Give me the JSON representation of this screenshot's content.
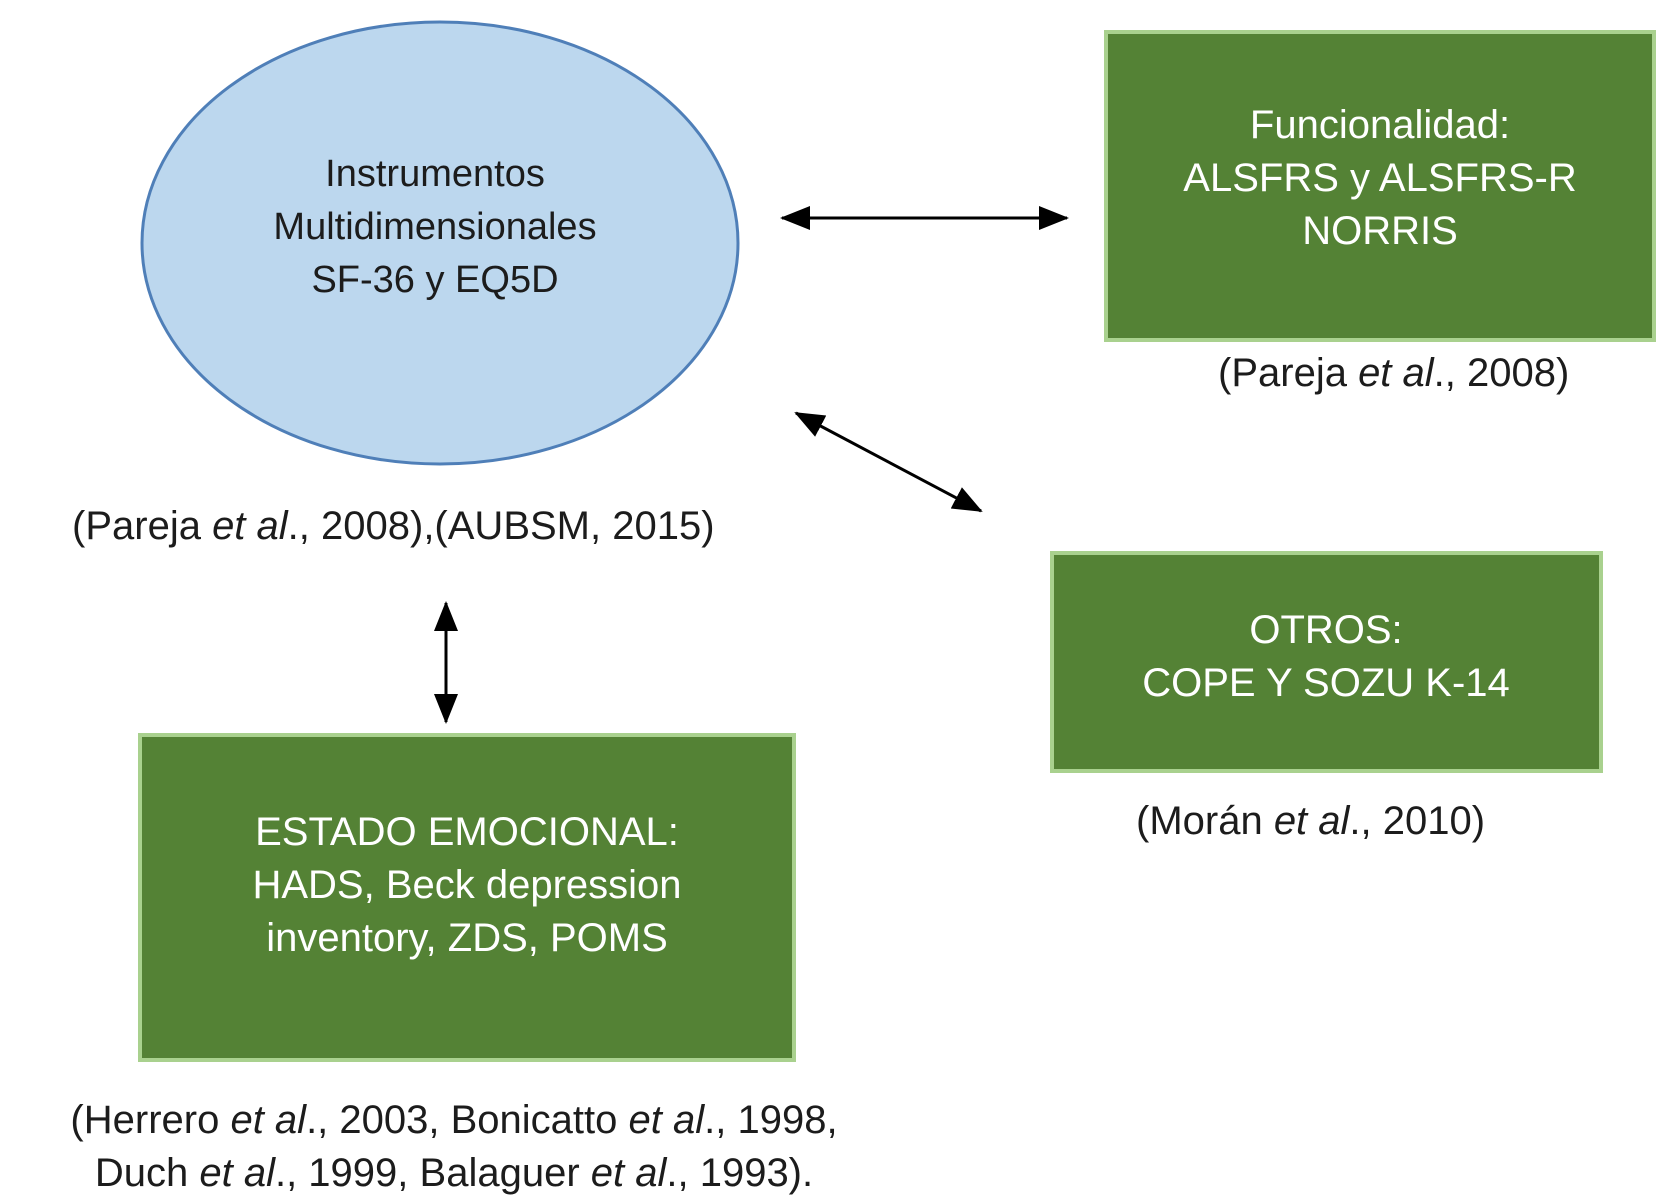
{
  "colors": {
    "ellipse_fill": "#bcd7ee",
    "ellipse_stroke": "#4f7fb8",
    "box_fill": "#548235",
    "box_stroke": "#a9d18e",
    "arrow": "#000000"
  },
  "nodes": {
    "multidimensional": {
      "lines": [
        "Instrumentos",
        "Multidimensionales",
        "SF-36 y EQ5D"
      ]
    },
    "funcionalidad": {
      "lines": [
        "Funcionalidad:",
        "ALSFRS y ALSFRS-R",
        "NORRIS"
      ]
    },
    "otros": {
      "lines": [
        "OTROS:",
        "COPE Y SOZU K-14"
      ]
    },
    "emocional": {
      "lines": [
        "ESTADO EMOCIONAL:",
        "HADS, Beck depression",
        "inventory, ZDS, POMS"
      ]
    }
  },
  "citations": {
    "funcionalidad": {
      "a": "(Pareja ",
      "b": "et al",
      "c": "., 2008)"
    },
    "multidimensional": {
      "a": "(Pareja ",
      "b": "et al",
      "c": "., 2008),(AUBSM, 2015)"
    },
    "otros": {
      "a": "(Morán ",
      "b": "et al",
      "c": "., 2010)"
    },
    "emocional": {
      "l1a": "(Herrero ",
      "l1b": "et al",
      "l1c": "., 2003, Bonicatto ",
      "l1d": "et al",
      "l1e": "., 1998,",
      "l2a": "Duch ",
      "l2b": "et al",
      "l2c": "., 1999, Balaguer ",
      "l2d": "et al",
      "l2e": "., 1993)."
    }
  },
  "connections": [
    {
      "from": "multidimensional",
      "to": "funcionalidad",
      "type": "bidirectional"
    },
    {
      "from": "multidimensional",
      "to": "otros",
      "type": "bidirectional"
    },
    {
      "from": "multidimensional",
      "to": "emocional",
      "type": "bidirectional"
    }
  ]
}
